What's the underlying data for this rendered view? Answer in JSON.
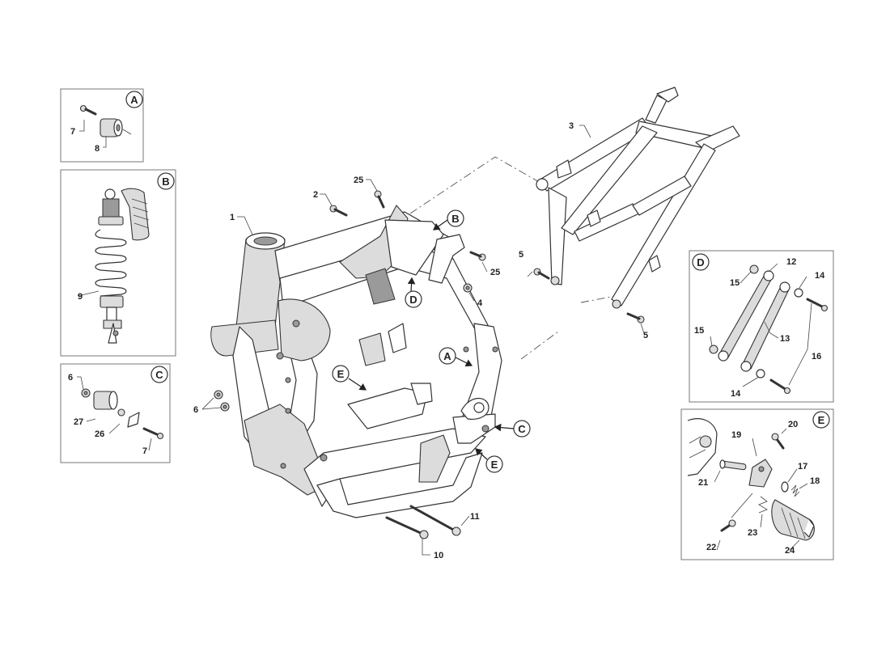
{
  "diagram": {
    "callouts": [
      "A",
      "B",
      "C",
      "D",
      "E"
    ],
    "part_numbers": {
      "p1": "1",
      "p2": "2",
      "p3": "3",
      "p4": "4",
      "p5a": "5",
      "p5b": "5",
      "p6a": "6",
      "p6b": "6",
      "p7a": "7",
      "p7b": "7",
      "p8": "8",
      "p9": "9",
      "p10": "10",
      "p11": "11",
      "p12": "12",
      "p13": "13",
      "p14a": "14",
      "p14b": "14",
      "p15a": "15",
      "p15b": "15",
      "p16": "16",
      "p17": "17",
      "p18": "18",
      "p19": "19",
      "p20": "20",
      "p21": "21",
      "p22": "22",
      "p23": "23",
      "p24": "24",
      "p25a": "25",
      "p25b": "25",
      "p26": "26",
      "p27": "27"
    }
  }
}
